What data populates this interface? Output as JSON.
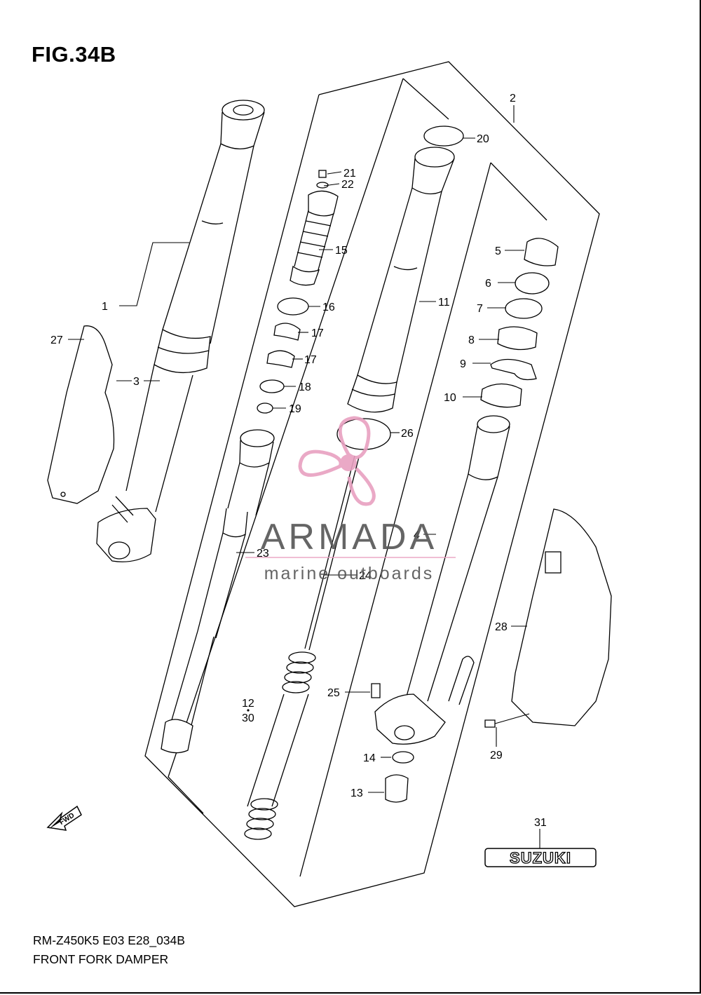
{
  "figure": {
    "title": "FIG.34B",
    "model_code": "RM-Z450K5 E03 E28_034B",
    "caption": "FRONT FORK DAMPER"
  },
  "callouts": [
    "1",
    "2",
    "3",
    "4",
    "5",
    "6",
    "7",
    "8",
    "9",
    "10",
    "11",
    "12",
    "30",
    "13",
    "14",
    "15",
    "16",
    "17",
    "17",
    "18",
    "19",
    "20",
    "21",
    "22",
    "23",
    "24",
    "25",
    "26",
    "27",
    "28",
    "29",
    "31"
  ],
  "direction_badge": "FWD",
  "emblem_text": "SUZUKI",
  "watermark": {
    "brand": "ARMADA",
    "tagline": "marine outboards",
    "logo_color": "#e8a0c0",
    "text_color": "#555555"
  },
  "colors": {
    "line": "#000000",
    "background": "#ffffff"
  }
}
